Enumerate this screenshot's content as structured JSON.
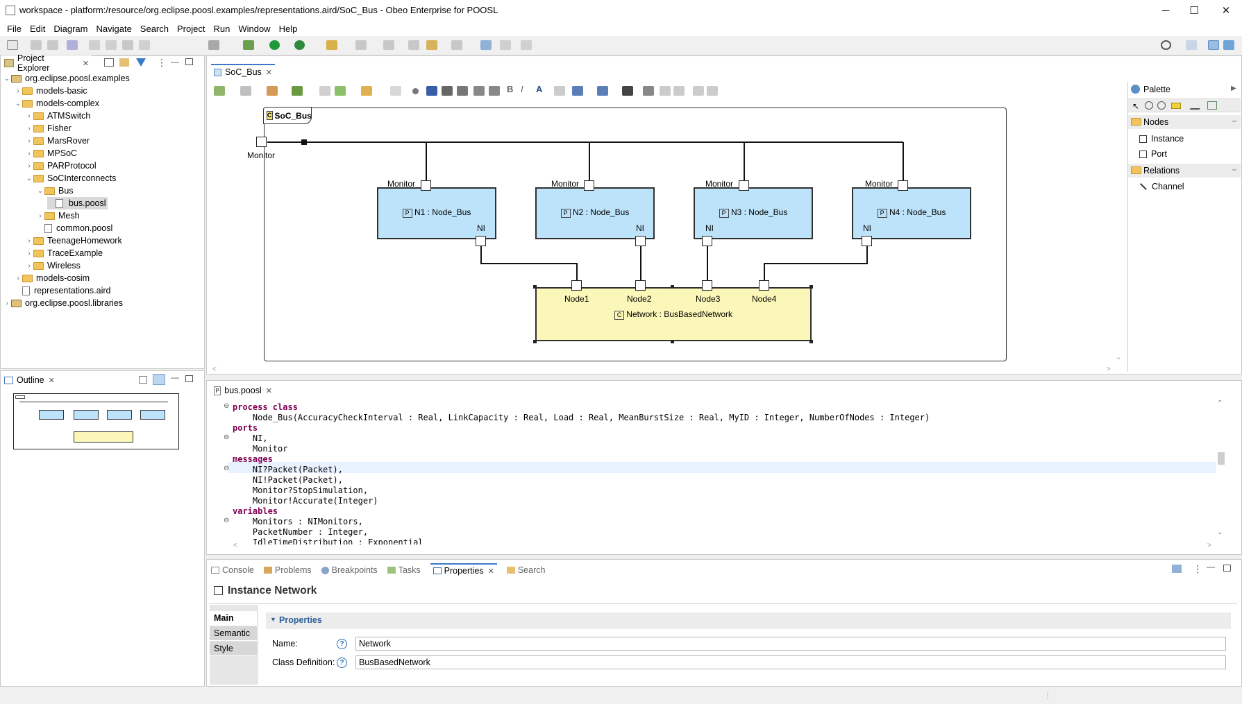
{
  "window": {
    "title": "workspace - platform:/resource/org.eclipse.poosl.examples/representations.aird/SoC_Bus - Obeo Enterprise for POOSL",
    "minimize": "─",
    "maximize": "☐",
    "close": "✕"
  },
  "menu": [
    "File",
    "Edit",
    "Diagram",
    "Navigate",
    "Search",
    "Project",
    "Run",
    "Window",
    "Help"
  ],
  "project_explorer": {
    "tab_label": "Project Explorer",
    "items": [
      {
        "label": "org.eclipse.poosl.examples",
        "depth": 0,
        "expanded": true,
        "kind": "project"
      },
      {
        "label": "models-basic",
        "depth": 1,
        "expanded": false,
        "kind": "folder"
      },
      {
        "label": "models-complex",
        "depth": 1,
        "expanded": true,
        "kind": "folder"
      },
      {
        "label": "ATMSwitch",
        "depth": 2,
        "expanded": false,
        "kind": "folder"
      },
      {
        "label": "Fisher",
        "depth": 2,
        "expanded": false,
        "kind": "folder"
      },
      {
        "label": "MarsRover",
        "depth": 2,
        "expanded": false,
        "kind": "folder"
      },
      {
        "label": "MPSoC",
        "depth": 2,
        "expanded": false,
        "kind": "folder"
      },
      {
        "label": "PARProtocol",
        "depth": 2,
        "expanded": false,
        "kind": "folder"
      },
      {
        "label": "SoCInterconnects",
        "depth": 2,
        "expanded": true,
        "kind": "folder"
      },
      {
        "label": "Bus",
        "depth": 3,
        "expanded": true,
        "kind": "folder"
      },
      {
        "label": "bus.poosl",
        "depth": 4,
        "expanded": null,
        "kind": "file",
        "selected": true
      },
      {
        "label": "Mesh",
        "depth": 3,
        "expanded": false,
        "kind": "folder"
      },
      {
        "label": "common.poosl",
        "depth": 3,
        "expanded": null,
        "kind": "file"
      },
      {
        "label": "TeenageHomework",
        "depth": 2,
        "expanded": false,
        "kind": "folder"
      },
      {
        "label": "TraceExample",
        "depth": 2,
        "expanded": false,
        "kind": "folder"
      },
      {
        "label": "Wireless",
        "depth": 2,
        "expanded": false,
        "kind": "folder"
      },
      {
        "label": "models-cosim",
        "depth": 1,
        "expanded": false,
        "kind": "folder"
      },
      {
        "label": "representations.aird",
        "depth": 1,
        "expanded": null,
        "kind": "file"
      },
      {
        "label": "org.eclipse.poosl.libraries",
        "depth": 0,
        "expanded": false,
        "kind": "project"
      }
    ]
  },
  "outline": {
    "tab_label": "Outline"
  },
  "diagram_editor": {
    "tab_label": "SoC_Bus",
    "container_label": "SoC_Bus",
    "monitor_port_label": "Monitor",
    "nodes": [
      {
        "label": "N1 : Node_Bus",
        "port_top": "Monitor",
        "port_bottom": "NI"
      },
      {
        "label": "N2 : Node_Bus",
        "port_top": "Monitor",
        "port_bottom": "NI"
      },
      {
        "label": "N3 : Node_Bus",
        "port_top": "Monitor",
        "port_bottom": "NI"
      },
      {
        "label": "N4 : Node_Bus",
        "port_top": "Monitor",
        "port_bottom": "NI"
      }
    ],
    "network": {
      "label": "Network : BusBasedNetwork",
      "ports": [
        "Node1",
        "Node2",
        "Node3",
        "Node4"
      ]
    }
  },
  "palette": {
    "title": "Palette",
    "groups": [
      {
        "name": "Nodes",
        "items": [
          "Instance",
          "Port"
        ]
      },
      {
        "name": "Relations",
        "items": [
          "Channel"
        ]
      }
    ]
  },
  "text_editor": {
    "tab_label": "bus.poosl",
    "lines": [
      {
        "kw": "process class",
        "text": ""
      },
      {
        "kw": "",
        "text": "    Node_Bus(AccuracyCheckInterval : Real, LinkCapacity : Real, Load : Real, MeanBurstSize : Real, MyID : Integer, NumberOfNodes : Integer)"
      },
      {
        "kw": "ports",
        "text": ""
      },
      {
        "kw": "",
        "text": "    NI,"
      },
      {
        "kw": "",
        "text": "    Monitor"
      },
      {
        "kw": "messages",
        "text": ""
      },
      {
        "kw": "",
        "text": "    NI?Packet(Packet),"
      },
      {
        "kw": "",
        "text": "    NI!Packet(Packet),"
      },
      {
        "kw": "",
        "text": "    Monitor?StopSimulation,"
      },
      {
        "kw": "",
        "text": "    Monitor!Accurate(Integer)"
      },
      {
        "kw": "variables",
        "text": ""
      },
      {
        "kw": "",
        "text": "    Monitors : NIMonitors,"
      },
      {
        "kw": "",
        "text": "    PacketNumber : Integer,"
      },
      {
        "kw": "",
        "text": "    IdleTimeDistribution : Exponential"
      }
    ]
  },
  "bottom_views": {
    "tabs": [
      "Console",
      "Problems",
      "Breakpoints",
      "Tasks",
      "Properties",
      "Search"
    ],
    "active": "Properties"
  },
  "properties": {
    "title": "Instance Network",
    "side_tabs": [
      "Main",
      "Semantic",
      "Style"
    ],
    "section": "Properties",
    "name_label": "Name:",
    "name_value": "Network",
    "class_label": "Class Definition:",
    "class_value": "BusBasedNetwork"
  }
}
